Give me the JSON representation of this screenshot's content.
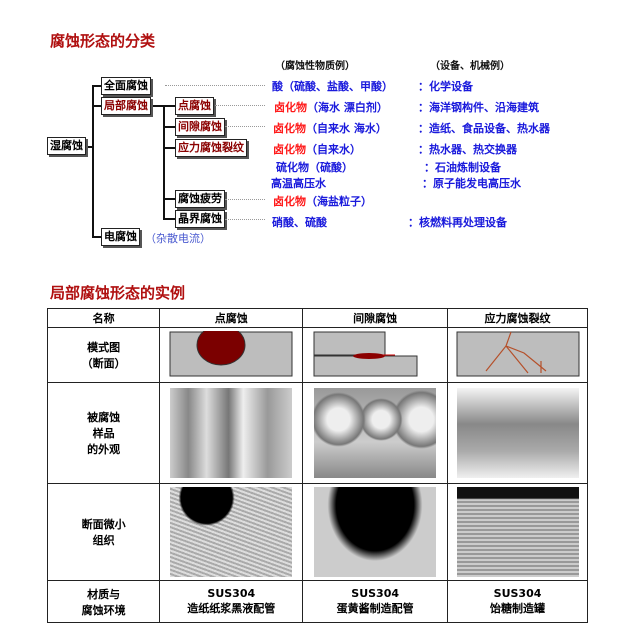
{
  "section1_title": "腐蚀形态的分类",
  "tree": {
    "root": "湿腐蚀",
    "general": "全面腐蚀",
    "local": "局部腐蚀",
    "pitting": "点腐蚀",
    "crevice": "间隙腐蚀",
    "scc": "应力腐蚀裂纹",
    "fatigue": "腐蚀疲劳",
    "intergranular": "晶界腐蚀",
    "electric": "电腐蚀",
    "electric_note": "（杂散电流）"
  },
  "columns": {
    "substance_header": "（腐蚀性物质例）",
    "equipment_header": "（设备、机械例）"
  },
  "rows": [
    {
      "sub_prefix": "酸",
      "sub_rest": "（硫酸、盐酸、甲酸）",
      "equip": "：化学设备"
    },
    {
      "sub_prefix": "卤化物",
      "sub_rest": "（海水  漂白剂）",
      "equip": "：海洋钢构件、沿海建筑"
    },
    {
      "sub_prefix": "卤化物",
      "sub_rest": "（自来水  海水）",
      "equip": "：造纸、食品设备、热水器"
    },
    {
      "sub_prefix": "卤化物",
      "sub_rest": "（自来水）",
      "equip": "：热水器、热交换器"
    },
    {
      "sub_prefix": "硫化物",
      "sub_rest": "（硫酸）",
      "equip": "：石油炼制设备"
    },
    {
      "sub_prefix": "高温高压水",
      "sub_rest": "",
      "equip": "：原子能发电高压水"
    },
    {
      "sub_prefix": "卤化物",
      "sub_rest": "（海盐粒子）",
      "equip": ""
    },
    {
      "sub_prefix": "硝酸、硫酸",
      "sub_rest": "",
      "equip": "：核燃料再处理设备"
    }
  ],
  "section2_title": "局部腐蚀形态的实例",
  "table": {
    "headers": [
      "名称",
      "点腐蚀",
      "间隙腐蚀",
      "应力腐蚀裂纹"
    ],
    "row_labels": [
      "模式图\n（断面）",
      "被腐蚀\n样品\n的外观",
      "断面微小\n组织",
      "材质与\n腐蚀环境"
    ],
    "materials": [
      "SUS304\n造纸纸浆黑液配管",
      "SUS304\n蛋黄酱制造配管",
      "SUS304\n饴糖制造罐"
    ]
  }
}
